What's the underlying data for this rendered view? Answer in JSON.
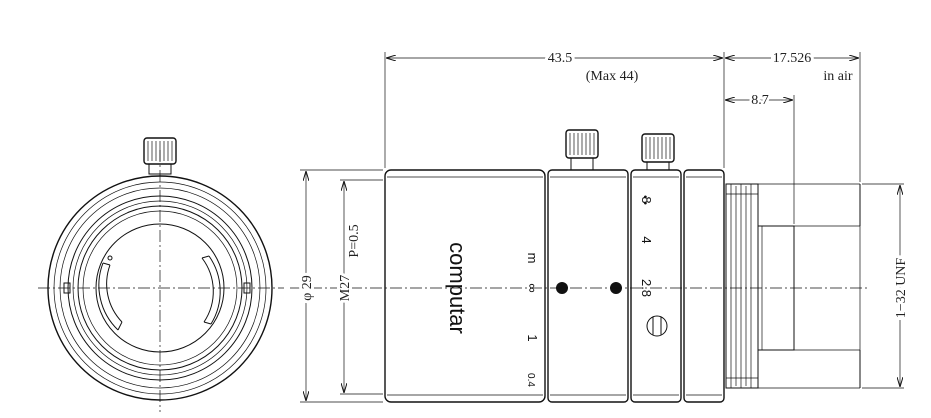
{
  "dimensions": {
    "overall_length": "43.5",
    "overall_length_max": "(Max 44)",
    "back_focus": "17.526",
    "back_focus_note": "in air",
    "flange": "8.7",
    "body_diameter": "φ 29",
    "filter_thread": "M27",
    "thread_pitch": "P=0.5",
    "mount_thread": "1−32 UNF"
  },
  "lens_markings": {
    "brand": "computar",
    "focus_scale": [
      "m",
      "∞",
      "1",
      "0.4"
    ],
    "aperture_scale": [
      "8",
      "4",
      "2.8"
    ],
    "aperture_dots": "•   •"
  }
}
